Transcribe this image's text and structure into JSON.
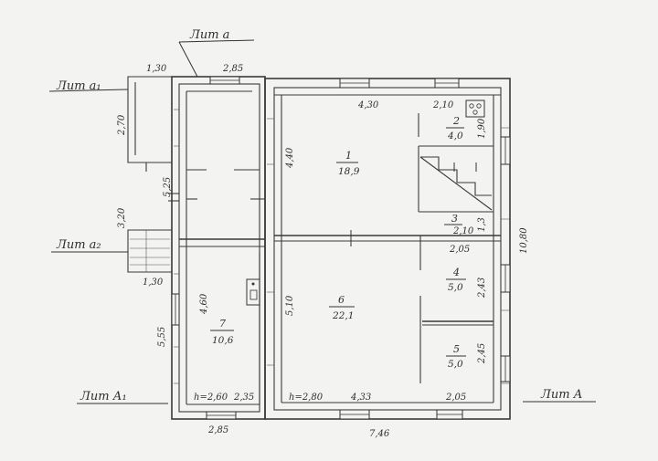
{
  "labels": {
    "lit_top": "Лит а",
    "lit_a1": "Лит а₁",
    "lit_a2": "Лит а₂",
    "lit_A1": "Лит А₁",
    "lit_A": "Лит А"
  },
  "dimensions": {
    "top_left": "1,30",
    "top_mid": "2,85",
    "top_room1": "4,30",
    "top_room2": "2,10",
    "left_porch": "2,70",
    "left_mid": "5,25",
    "left_lower": "3,20",
    "bottom_porch": "1,30",
    "room1_height": "4,40",
    "room2_height": "1,90",
    "room3_width": "2,10",
    "room3_height": "1,3",
    "room4_top": "2,05",
    "room4_height": "2,43",
    "room5_height": "2,45",
    "right_total": "10,80",
    "left_room7": "5,55",
    "room7_inner": "4,60",
    "room6_height": "5,10",
    "h_left": "h=2,60",
    "bottom_room7": "2,35",
    "h_right": "h=2,80",
    "bottom_room6": "4,33",
    "bottom_room5": "2,05",
    "bottom_total_left": "2,85",
    "bottom_total": "7,46"
  },
  "rooms": [
    {
      "number": "1",
      "area": "18,9"
    },
    {
      "number": "2",
      "area": "4,0"
    },
    {
      "number": "3",
      "area": ""
    },
    {
      "number": "4",
      "area": "5,0"
    },
    {
      "number": "5",
      "area": "5,0"
    },
    {
      "number": "6",
      "area": "22,1"
    },
    {
      "number": "7",
      "area": "10,6"
    }
  ]
}
